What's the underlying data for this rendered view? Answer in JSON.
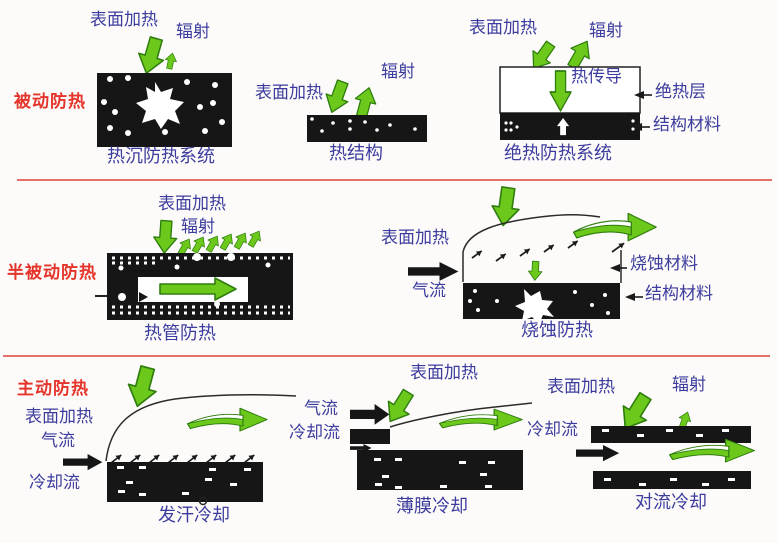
{
  "colors": {
    "text_blue": "#3c3c9e",
    "category_red": "#e4342b",
    "divider_pink": "#e4706a",
    "arrow_green": "#6cc91c",
    "arrow_green_outline": "#2f7d0e",
    "block_black": "#161616"
  },
  "rows": [
    {
      "category": "被动防热",
      "diagrams": [
        {
          "name": "heat-sink",
          "labels": {
            "surface_heating": "表面加热",
            "radiation": "辐射"
          },
          "caption": "热沉防热系统"
        },
        {
          "name": "hot-structure",
          "labels": {
            "surface_heating": "表面加热",
            "radiation": "辐射"
          },
          "caption": "热结构"
        },
        {
          "name": "insulated",
          "labels": {
            "surface_heating": "表面加热",
            "radiation": "辐射",
            "conduction": "热传导",
            "insulation_layer": "绝热层",
            "structure_material": "结构材料"
          },
          "caption": "绝热防热系统"
        }
      ]
    },
    {
      "category": "半被动防热",
      "diagrams": [
        {
          "name": "heat-pipe",
          "labels": {
            "surface_heating": "表面加热",
            "radiation": "辐射"
          },
          "caption": "热管防热"
        },
        {
          "name": "ablation",
          "labels": {
            "surface_heating": "表面加热",
            "airflow": "气流",
            "ablative_material": "烧蚀材料",
            "structure_material": "结构材料"
          },
          "caption": "烧蚀防热"
        }
      ]
    },
    {
      "category": "主动防热",
      "diagrams": [
        {
          "name": "transpiration",
          "labels": {
            "surface_heating": "表面加热",
            "airflow": "气流",
            "coolant_flow": "冷却流"
          },
          "caption": "发汗冷却"
        },
        {
          "name": "film-cooling",
          "labels": {
            "surface_heating": "表面加热",
            "airflow": "气流",
            "coolant_flow": "冷却流"
          },
          "caption": "薄膜冷却"
        },
        {
          "name": "convective-cooling",
          "labels": {
            "surface_heating": "表面加热",
            "radiation": "辐射",
            "coolant_flow": "冷却流"
          },
          "caption": "对流冷却"
        }
      ]
    }
  ]
}
